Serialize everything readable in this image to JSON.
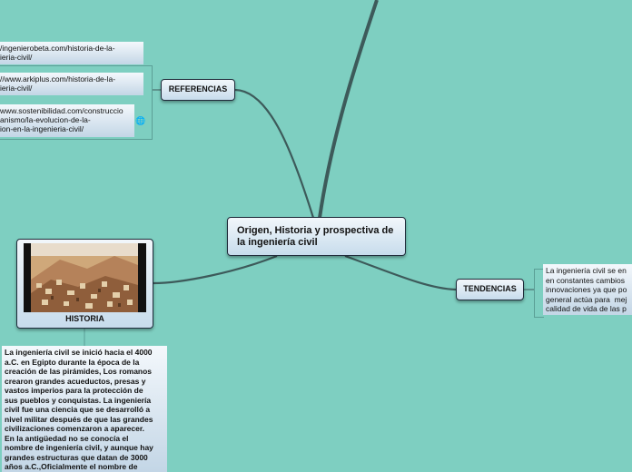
{
  "central": {
    "title_line1": "Origen, Historia y prospectiva de",
    "title_line2": "la ingeniería civil"
  },
  "references": {
    "label": "REFERENCIAS",
    "links": [
      {
        "line1": "/ingenierobeta.com/historia-de-la-",
        "line2": "ieria-civil/",
        "line3": ""
      },
      {
        "line1": "//www.arkiplus.com/historia-de-la-",
        "line2": "ieria-civil/",
        "line3": ""
      },
      {
        "line1": "www.sostenibilidad.com/construccio",
        "line2": "anismo/la-evolucion-de-la-",
        "line3": "ion-en-la-ingenieria-civil/"
      }
    ],
    "globe_icon": "globe-icon"
  },
  "tendencias": {
    "label": "TENDENCIAS",
    "text_lines": [
      "La ingeniería civil se en",
      "en constantes cambios",
      "innovaciones ya que po",
      "general actúa para  mej",
      "calidad de vida de las p"
    ]
  },
  "historia": {
    "label": "HISTORIA",
    "text_lines": [
      "La ingeniería civil se inició hacia el 4000",
      "a.C. en Egipto durante la época de la",
      "creación de las pirámides, Los romanos",
      "crearon grandes acueductos, presas y",
      "vastos imperios para la protección de",
      "sus pueblos y conquistas. La ingeniería",
      "civil fue una ciencia que se desarrolló a",
      "nivel militar después de que las grandes",
      "civilizaciones comenzaron a aparecer.",
      "En la antigüedad no se conocía el",
      "nombre de ingeniería civil, y aunque hay",
      "grandes estructuras que datan de 3000",
      "años a.C.,Oficialmente el nombre de"
    ]
  },
  "colors": {
    "background": "#7ecfc1",
    "connector": "#3d5a5a",
    "node_border": "#1f2b3a"
  }
}
